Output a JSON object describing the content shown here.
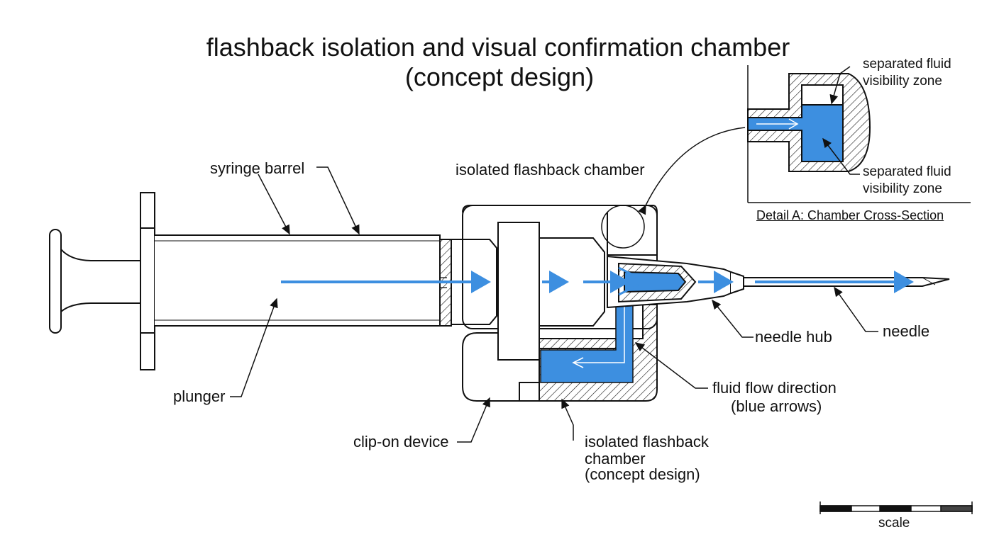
{
  "title": {
    "line1": "flashback isolation and visual confirmation chamber",
    "line2": "(concept design)"
  },
  "labels": {
    "syringe_barrel": "syringe barrel",
    "isolated_chamber_top": "isolated flashback chamber",
    "plunger": "plunger",
    "needle_hub": "needle hub",
    "needle": "needle",
    "fluid_flow_1": "fluid flow direction",
    "fluid_flow_2": "(blue arrows)",
    "clip_on": "clip-on device",
    "isolated_bottom_1": "isolated flashback",
    "isolated_bottom_2": "chamber",
    "isolated_bottom_3": "(concept design)"
  },
  "detail": {
    "zone_top_1": "separated fluid",
    "zone_top_2": "visibility zone",
    "zone_bottom_1": "separated fluid",
    "zone_bottom_2": "visibility zone",
    "caption": "Detail A: Chamber Cross-Section"
  },
  "scale": {
    "label": "scale"
  },
  "colors": {
    "fluid": "#3d8fe0",
    "line": "#111111"
  }
}
